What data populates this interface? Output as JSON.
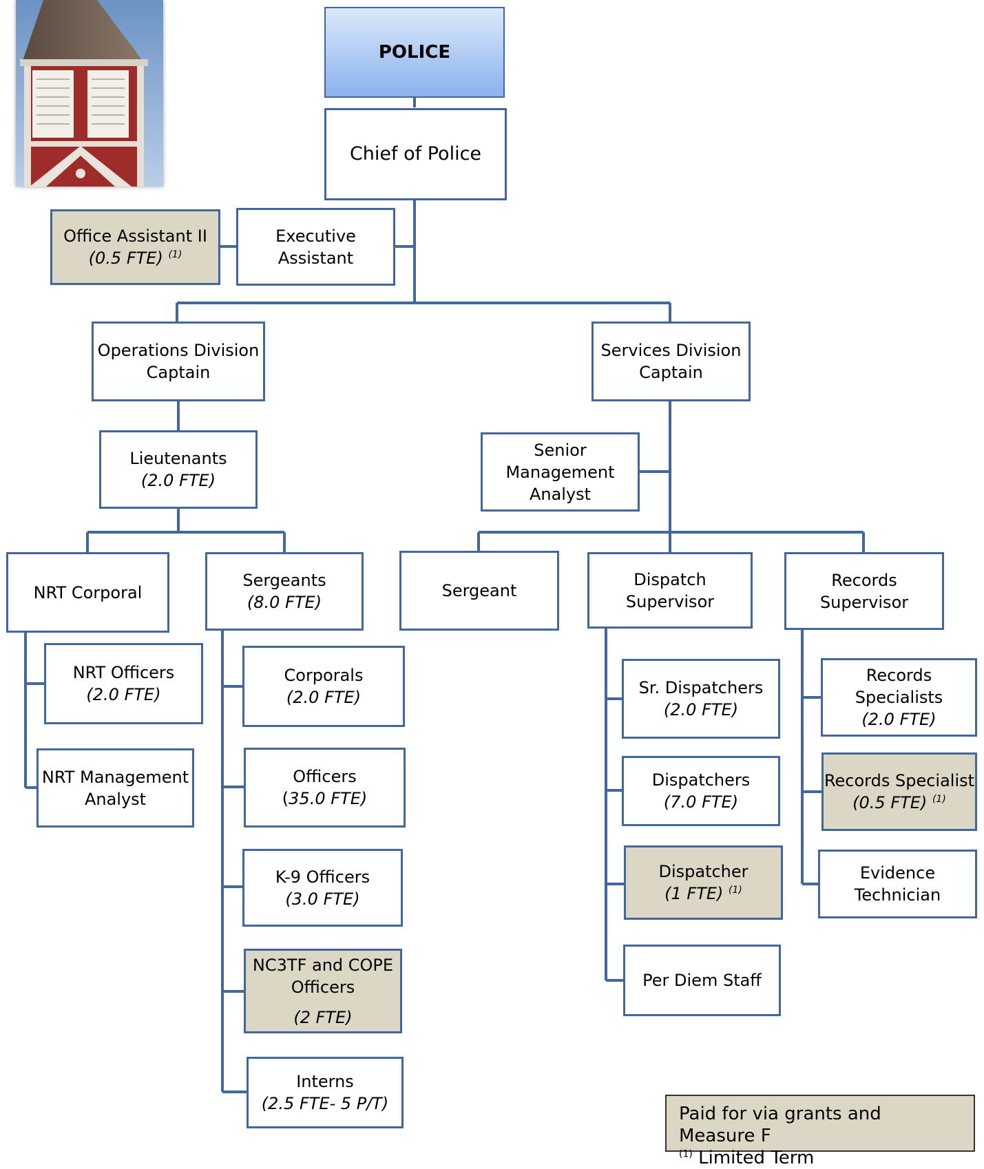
{
  "header": {
    "title": "POLICE"
  },
  "org": {
    "chief": "Chief of Police",
    "office_assistant": {
      "title": "Office Assistant II",
      "fte": "(0.5 FTE)",
      "note": "(1)"
    },
    "executive_assistant": {
      "line1": "Executive",
      "line2": "Assistant"
    },
    "operations_captain": {
      "line1": "Operations Division",
      "line2": "Captain"
    },
    "services_captain": {
      "line1": "Services Division",
      "line2": "Captain"
    },
    "lieutenants": {
      "title": "Lieutenants",
      "fte": "(2.0 FTE)"
    },
    "senior_analyst": {
      "line1": "Senior",
      "line2": "Management",
      "line3": "Analyst"
    },
    "nrt_corporal": "NRT Corporal",
    "sergeants": {
      "title": "Sergeants",
      "fte": "(8.0 FTE)"
    },
    "sergeant": "Sergeant",
    "dispatch_supervisor": {
      "line1": "Dispatch",
      "line2": "Supervisor"
    },
    "records_supervisor": {
      "line1": "Records",
      "line2": "Supervisor"
    },
    "nrt_officers": {
      "title": "NRT Officers",
      "fte": "(2.0 FTE)"
    },
    "nrt_analyst": {
      "line1": "NRT Management",
      "line2": "Analyst"
    },
    "corporals": {
      "title": "Corporals",
      "fte": "(2.0 FTE)"
    },
    "officers": {
      "title": "Officers",
      "fte_prefix": "(",
      "fte": "35.0 FTE)"
    },
    "k9_officers": {
      "title": "K-9 Officers",
      "fte": "(3.0 FTE)"
    },
    "nc3tf": {
      "line1": "NC3TF and COPE",
      "line2": "Officers",
      "fte": "(2 FTE)"
    },
    "interns": {
      "title": "Interns",
      "fte": "(2.5 FTE- 5 P/T)"
    },
    "sr_dispatchers": {
      "title": "Sr. Dispatchers",
      "fte": "(2.0 FTE)"
    },
    "dispatchers": {
      "title": "Dispatchers",
      "fte": "(7.0 FTE)"
    },
    "dispatcher_grant": {
      "title": "Dispatcher",
      "fte": "(1 FTE)",
      "note": "(1)"
    },
    "per_diem": "Per Diem Staff",
    "records_specialists": {
      "line1": "Records",
      "line2": "Specialists",
      "fte": "(2.0 FTE)"
    },
    "records_specialist_grant": {
      "title": "Records Specialist",
      "fte": "(0.5 FTE)",
      "note": "(1)"
    },
    "evidence_tech": {
      "line1": "Evidence",
      "line2": "Technician"
    }
  },
  "legend": {
    "line1": "Paid for via grants and Measure F",
    "note": "(1)",
    "line2": "Limited Term"
  },
  "colors": {
    "border": "#41679c",
    "grant_fill": "#dcd7c5",
    "header_top": "#dbe8fa",
    "header_bottom": "#8ab2ee"
  },
  "image": {
    "name": "clock-tower-photo"
  }
}
